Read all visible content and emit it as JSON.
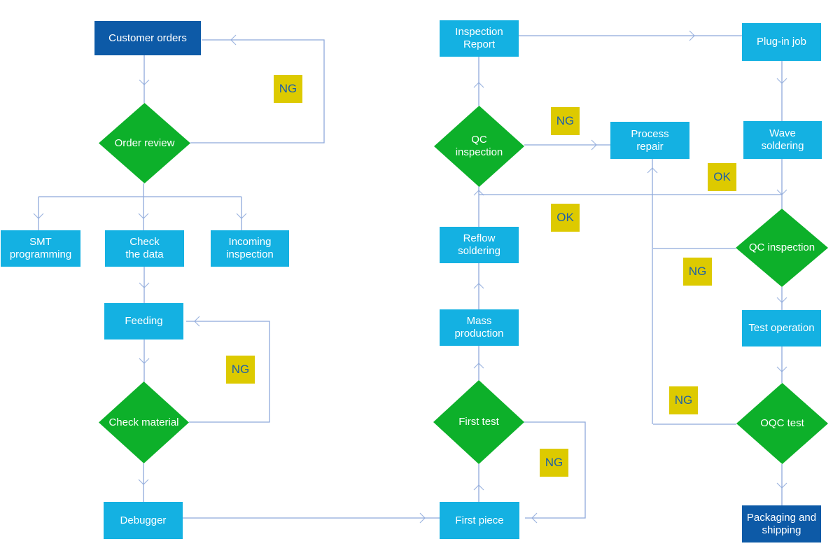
{
  "colors": {
    "process_fill": "#14b1e2",
    "terminal_fill": "#0d5aa7",
    "decision_fill": "#0db02a",
    "badge_fill": "#ddca00",
    "badge_text": "#1c5fa8",
    "connector": "#8ea9db",
    "node_text": "#ffffff"
  },
  "nodes": {
    "customer_orders": {
      "label": "Customer orders",
      "type": "terminal"
    },
    "order_review": {
      "label": "Order review",
      "type": "decision"
    },
    "smt_programming": {
      "label": "SMT\nprogramming",
      "type": "process"
    },
    "check_the_data": {
      "label": "Check\nthe data",
      "type": "process"
    },
    "incoming_inspection": {
      "label": "Incoming\ninspection",
      "type": "process"
    },
    "feeding": {
      "label": "Feeding",
      "type": "process"
    },
    "check_material": {
      "label": "Check material",
      "type": "decision"
    },
    "debugger": {
      "label": "Debugger",
      "type": "process"
    },
    "inspection_report": {
      "label": "Inspection\nReport",
      "type": "process"
    },
    "qc_inspection_mid": {
      "label": "QC\ninspection",
      "type": "decision"
    },
    "process_repair": {
      "label": "Process\nrepair",
      "type": "process"
    },
    "reflow_soldering": {
      "label": "Reflow\nsoldering",
      "type": "process"
    },
    "mass_production": {
      "label": "Mass\nproduction",
      "type": "process"
    },
    "first_test": {
      "label": "First test",
      "type": "decision"
    },
    "first_piece": {
      "label": "First piece",
      "type": "process"
    },
    "plug_in_job": {
      "label": "Plug-in job",
      "type": "process"
    },
    "wave_soldering": {
      "label": "Wave\nsoldering",
      "type": "process"
    },
    "qc_inspection_right": {
      "label": "QC inspection",
      "type": "decision"
    },
    "test_operation": {
      "label": "Test operation",
      "type": "process"
    },
    "oqc_test": {
      "label": "OQC test",
      "type": "decision"
    },
    "packaging_shipping": {
      "label": "Packaging and\nshipping",
      "type": "terminal"
    }
  },
  "badges": {
    "ng_order_review": {
      "label": "NG"
    },
    "ng_check_material": {
      "label": "NG"
    },
    "ng_qc_mid": {
      "label": "NG"
    },
    "ng_first_test": {
      "label": "NG"
    },
    "ng_qc_right": {
      "label": "NG"
    },
    "ng_oqc": {
      "label": "NG"
    },
    "ok_reflow": {
      "label": "OK"
    },
    "ok_wave": {
      "label": "OK"
    }
  }
}
